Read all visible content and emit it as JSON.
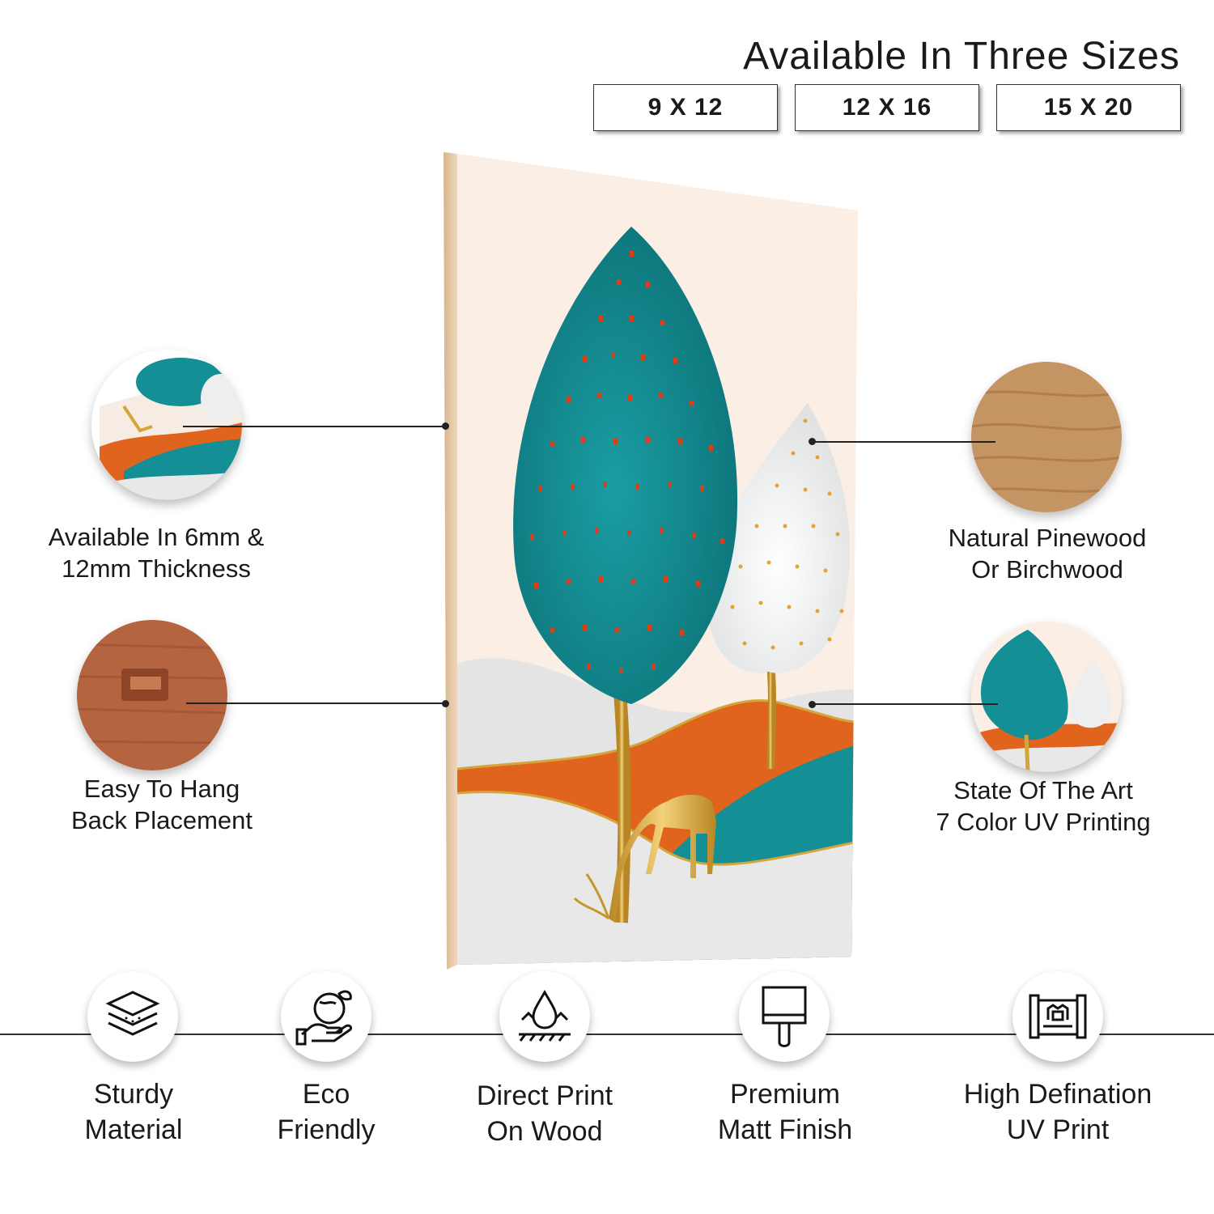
{
  "header": {
    "title": "Available In Three Sizes",
    "sizes": [
      "9 X 12",
      "12 X 16",
      "15 X 20"
    ]
  },
  "features": {
    "thickness": {
      "line1": "Available In  6mm &",
      "line2": "12mm Thickness"
    },
    "hang": {
      "line1": "Easy To Hang",
      "line2": "Back Placement"
    },
    "wood": {
      "line1": "Natural Pinewood",
      "line2": "Or Birchwood"
    },
    "printing": {
      "line1": "State Of The Art",
      "line2": "7 Color UV Printing"
    }
  },
  "badges": [
    {
      "line1": "Sturdy",
      "line2": "Material",
      "icon": "layers-icon"
    },
    {
      "line1": "Eco",
      "line2": "Friendly",
      "icon": "eco-hand-globe-icon"
    },
    {
      "line1": "Direct Print",
      "line2": "On Wood",
      "icon": "water-drop-icon"
    },
    {
      "line1": "Premium",
      "line2": "Matt Finish",
      "icon": "paint-brush-icon"
    },
    {
      "line1": "High Defination",
      "line2": "UV Print",
      "icon": "uv-printer-icon"
    }
  ],
  "colors": {
    "teal": "#138f95",
    "orange": "#e0641e",
    "cream": "#fbeee4",
    "gold": "#d4a53a",
    "wood": "#c49463"
  }
}
